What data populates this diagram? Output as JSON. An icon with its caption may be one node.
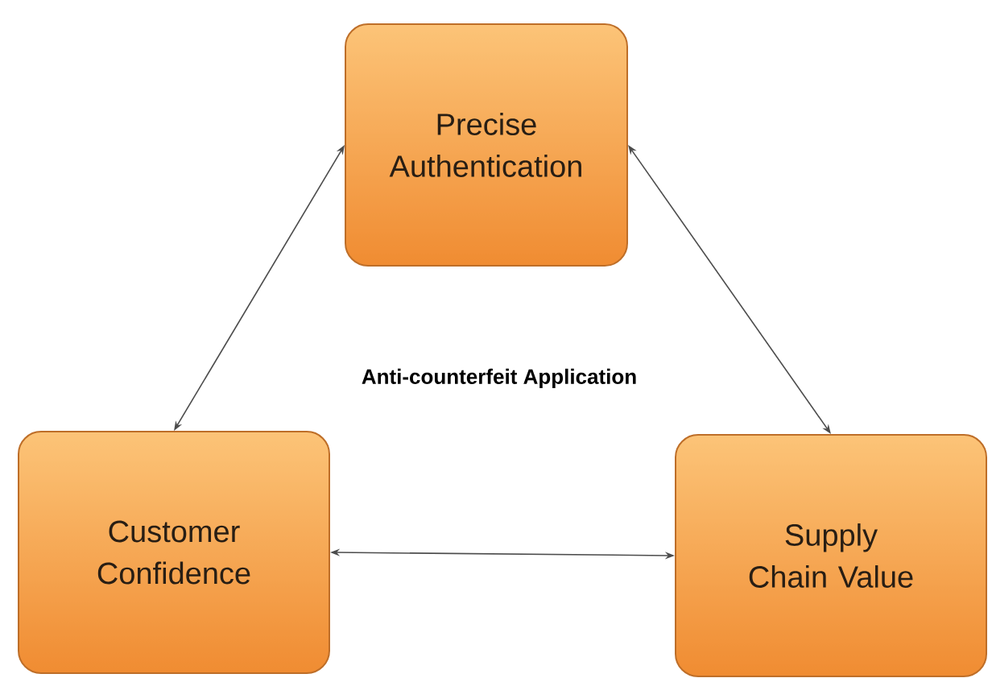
{
  "diagram": {
    "nodes": [
      {
        "text": [
          "Precise Authentication"
        ]
      },
      {
        "text": [
          "Customer Confidence"
        ]
      },
      {
        "text": [
          "Supply Chain Value"
        ]
      }
    ],
    "edges": [
      {
        "from": 0,
        "to": 1,
        "arrow": "both"
      },
      {
        "from": 0,
        "to": 2,
        "arrow": "both"
      },
      {
        "from": 1,
        "to": 2,
        "arrow": "both"
      }
    ],
    "labels": [
      "Anti-counterfeit Application"
    ]
  }
}
